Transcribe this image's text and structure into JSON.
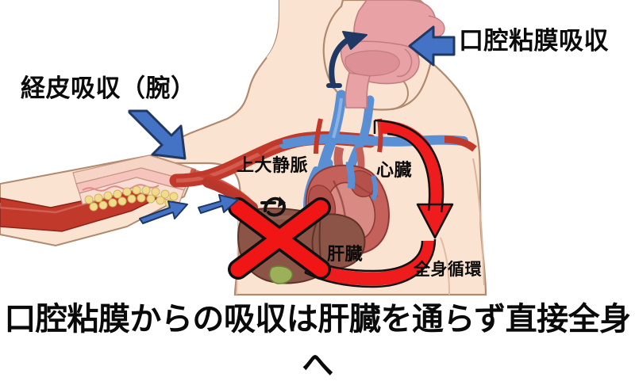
{
  "diagram": {
    "title_caption": "口腔粘膜からの吸収は肝臓を通らず直接全身へ",
    "background_color": "#ffffff",
    "labels": {
      "oral_mucosa_absorption": "口腔粘膜吸収",
      "transdermal_absorption_arm": "経皮吸収（腕）",
      "superior_vena_cava": "上大静脈",
      "heart": "心臓",
      "liver": "肝臓",
      "systemic_circulation": "全身循環"
    },
    "colors": {
      "skin": "#fbe3d2",
      "skin_outline": "#a98b73",
      "artery_red": "#c0392b",
      "vein_blue": "#5b8fd4",
      "arrow_blue": "#4472c4",
      "arrow_blue_outline": "#1f3864",
      "arrow_red": "#ee1c1c",
      "cross_red": "#f01616",
      "liver_brown": "#8c5446",
      "heart_red": "#c4615a",
      "mouth_pink": "#e8a2a6",
      "fat_yellow": "#f0dc8c",
      "gallbladder_green": "#9cb05a",
      "caption_black": "#0a0a0a"
    },
    "icons": {
      "oral_arrow": "left-block-arrow-icon",
      "arm_arrow": "diagonal-down-right-block-arrow-icon",
      "mouth_uptake_arrow": "curved-up-arrow-icon",
      "systemic_arrow": "curved-down-red-arrow-icon",
      "liver_block_cross": "red-x-cross-icon",
      "portal_arrow": "small-curved-arrow-icon",
      "skin_uptake_arrows": "blue-uptake-arrow-icon"
    }
  }
}
